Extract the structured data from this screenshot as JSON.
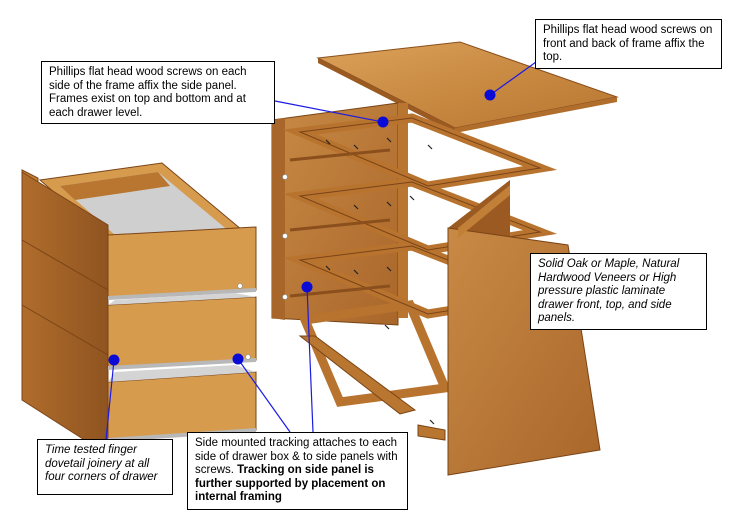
{
  "colors": {
    "wood_light": "#d79b4e",
    "wood_mid": "#c27f38",
    "wood_dark": "#9a5a22",
    "wood_edge": "#7a4416",
    "interior_gray": "#c9c9c9",
    "leader_blue": "#1a1ae6",
    "dot_blue": "#0b0bd6"
  },
  "callouts": {
    "top_right": "Phillips flat head wood screws on front and back of frame affix the top.",
    "top_left": "Phillips flat head wood screws on each side of the frame affix the side panel. Frames exist on top and bottom and at each drawer level.",
    "right_mid": "Solid Oak or Maple, Natural Hardwood Veneers or High pressure plastic laminate drawer front, top, and side panels.",
    "bottom_left": "Time tested finger dovetail joinery at all four corners of drawer",
    "bottom_mid_plain": "Side mounted tracking attaches to each side of drawer box & to side panels with screws.",
    "bottom_mid_bold": "Tracking on side panel is further supported by placement on internal framing"
  }
}
